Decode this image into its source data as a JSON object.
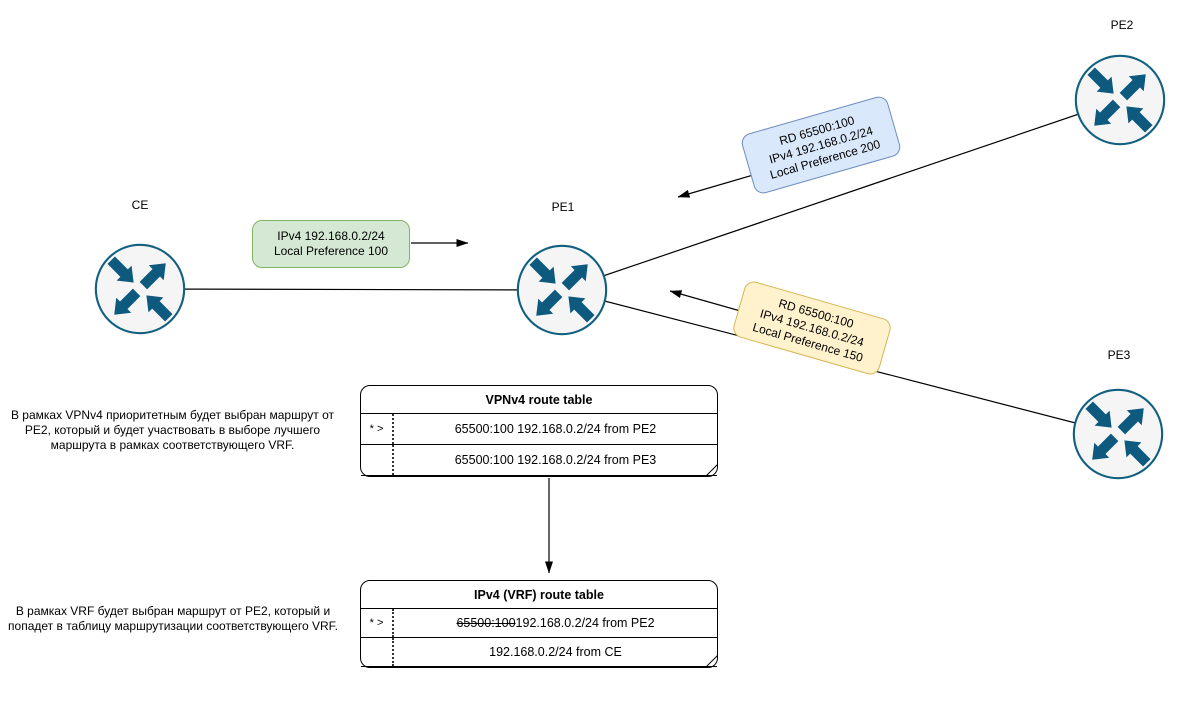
{
  "nodes": {
    "ce": {
      "label": "CE"
    },
    "pe1": {
      "label": "PE1"
    },
    "pe2": {
      "label": "PE2"
    },
    "pe3": {
      "label": "PE3"
    }
  },
  "route_labels": {
    "ce_to_pe1": {
      "lines": [
        "IPv4 192.168.0.2/24",
        "Local Preference 100"
      ],
      "fill": "#d5e8d4",
      "border": "#82b366"
    },
    "pe2_to_pe1": {
      "lines": [
        "RD 65500:100",
        "IPv4 192.168.0.2/24",
        "Local Preference 200"
      ],
      "fill": "#dae8fc",
      "border": "#6c8ebf"
    },
    "pe3_to_pe1": {
      "lines": [
        "RD 65500:100",
        "IPv4 192.168.0.2/24",
        "Local Preference 150"
      ],
      "fill": "#fff2cc",
      "border": "#d6b656"
    }
  },
  "tables": {
    "vpnv4": {
      "title": "VPNv4 route table",
      "rows": [
        {
          "marker": "* >",
          "struck": "",
          "text": "65500:100 192.168.0.2/24 from PE2"
        },
        {
          "marker": "",
          "struck": "",
          "text": "65500:100 192.168.0.2/24 from PE3"
        }
      ]
    },
    "vrf": {
      "title": "IPv4 (VRF) route table",
      "rows": [
        {
          "marker": "* >",
          "struck": "65500:100",
          "text": " 192.168.0.2/24 from PE2"
        },
        {
          "marker": "",
          "struck": "",
          "text": "192.168.0.2/24 from CE"
        }
      ]
    }
  },
  "notes": {
    "vpnv4_note": "В рамках VPNv4 приоритетным будет выбран маршрут от PE2, который и будет участвовать в выборе лучшего маршрута в рамках соответствующего VRF.",
    "vrf_note": "В рамках VRF  будет выбран маршрут от PE2, который и попадет в таблицу маршрутизации соответствующего VRF."
  },
  "colors": {
    "router_icon": "#0e5a7e",
    "router_circle_fill": "#f5f5f5",
    "connector": "#000000"
  }
}
